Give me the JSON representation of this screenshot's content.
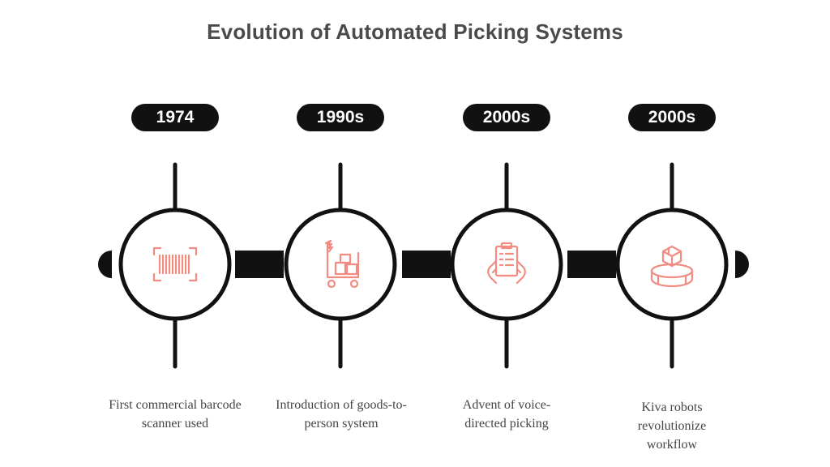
{
  "title": "Evolution of Automated Picking Systems",
  "accent_color": "#f28b82",
  "milestones": [
    {
      "year": "1974",
      "description": "First commercial barcode scanner used",
      "icon": "barcode-scanner-icon"
    },
    {
      "year": "1990s",
      "description": "Introduction of goods-to-person system",
      "icon": "cart-boxes-icon"
    },
    {
      "year": "2000s",
      "description": "Advent of voice-directed picking",
      "icon": "clipboard-hands-icon"
    },
    {
      "year": "2000s",
      "description": "Kiva robots revolutionize workflow",
      "icon": "robot-box-icon"
    }
  ]
}
